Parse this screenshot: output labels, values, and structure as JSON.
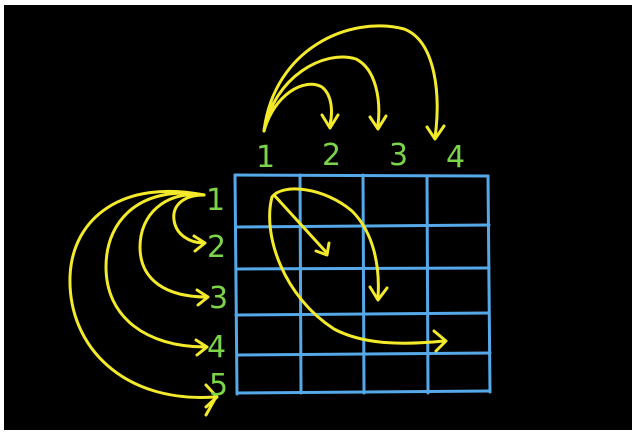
{
  "colors": {
    "background": "#000000",
    "frame": "#ffffff",
    "grid": "#56a9e8",
    "arrows": "#f2ea2a",
    "labels": "#7cd44a"
  },
  "column_labels": [
    "1",
    "2",
    "3",
    "4"
  ],
  "row_labels": [
    "1",
    "2",
    "3",
    "4",
    "5"
  ],
  "grid": {
    "rows": 5,
    "columns": 4
  }
}
